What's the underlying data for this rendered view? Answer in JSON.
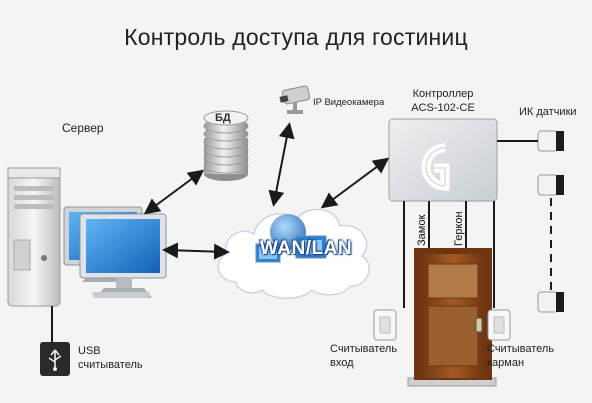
{
  "title": "Контроль доступа для гостиниц",
  "labels": {
    "server": "Сервер",
    "db": "БД",
    "ip_camera": "IP Видеокамера",
    "controller_line1": "Контроллер",
    "controller_line2": "ACS-102-CE",
    "ir_sensors": "ИК датчики",
    "network": "WAN/LAN",
    "lock": "Замок",
    "reed_switch": "Геркон",
    "usb_line1": "USB",
    "usb_line2": "считыватель",
    "reader_in_line1": "Считыватель",
    "reader_in_line2": "вход",
    "reader_pocket_line1": "Считыватель",
    "reader_pocket_line2": "карман"
  },
  "colors": {
    "background": "#f4f4f4",
    "arrow": "#1a1a1a",
    "door_wood": "#8a4a1c",
    "monitor_screen": "#1f7fd0",
    "cloud": "#ffffff",
    "controller_logo": "#ffffff"
  }
}
